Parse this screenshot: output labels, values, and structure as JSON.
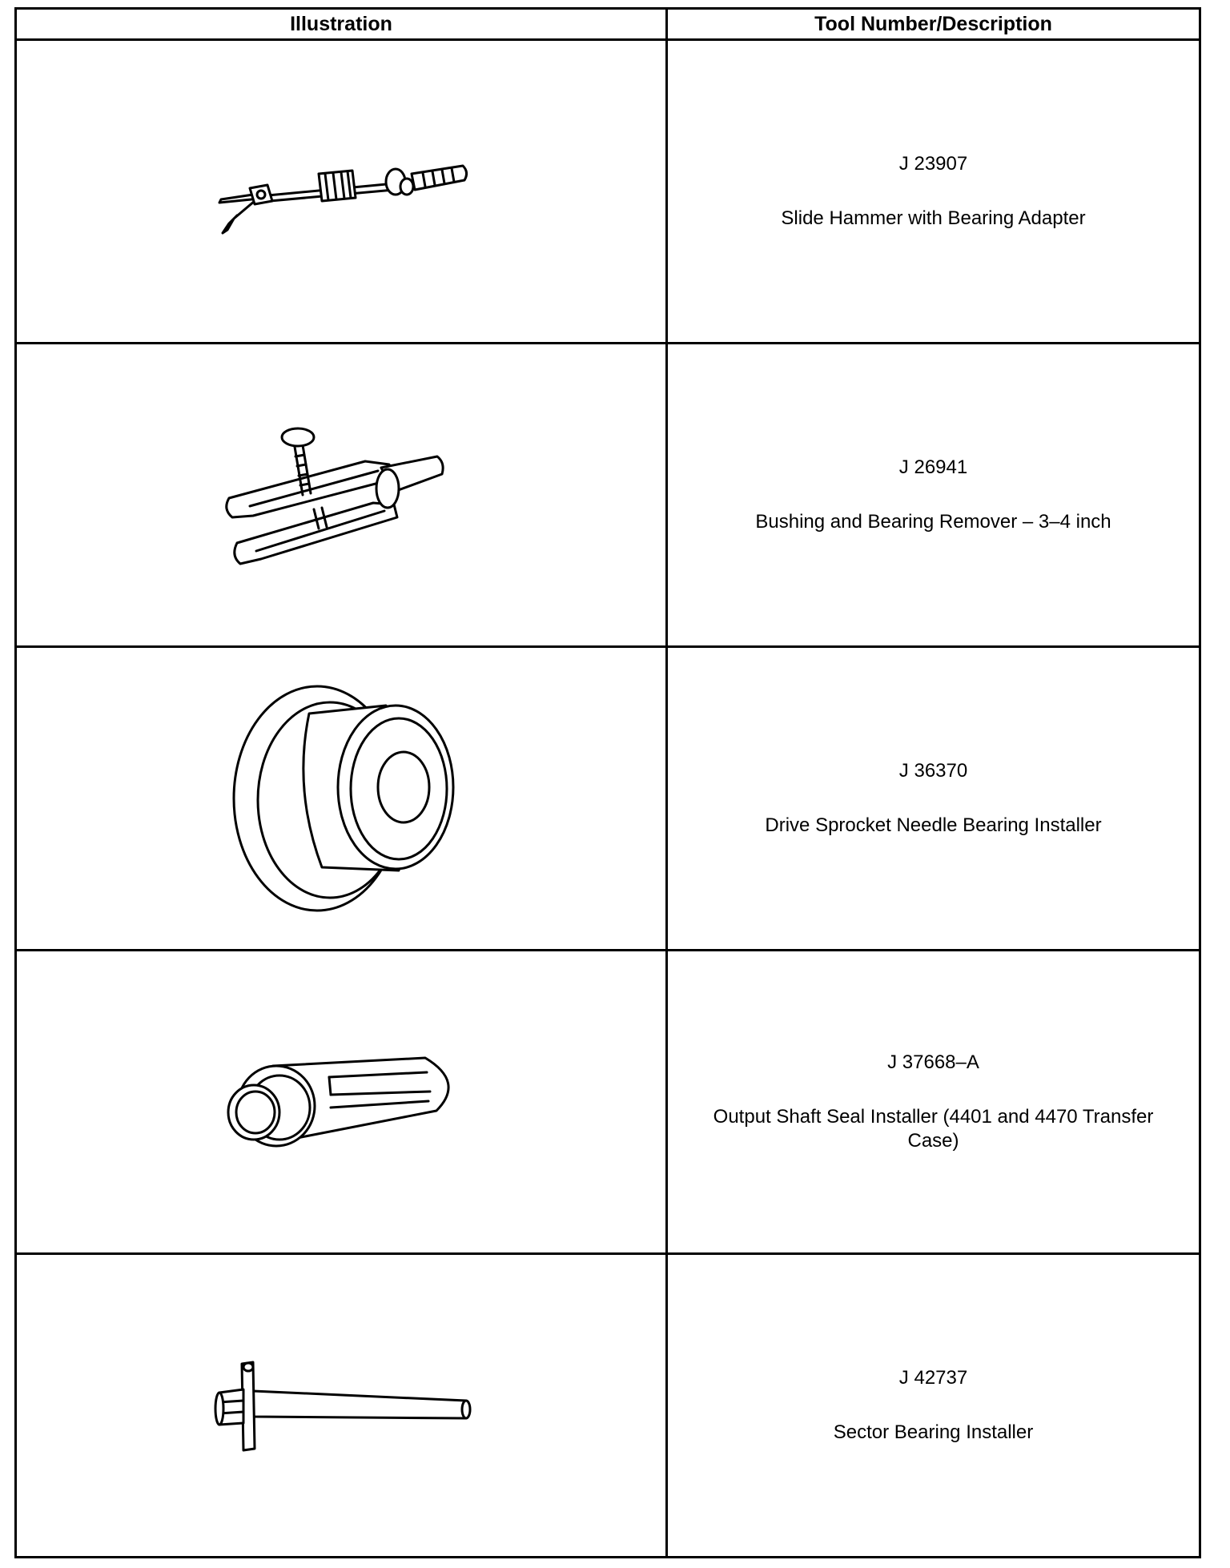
{
  "table": {
    "headers": {
      "illustration": "Illustration",
      "tool": "Tool Number/Description"
    },
    "rows": [
      {
        "number": "J 23907",
        "description": "Slide Hammer with Bearing Adapter",
        "icon": "slide-hammer-icon"
      },
      {
        "number": "J 26941",
        "description": "Bushing and Bearing Remover – 3–4 inch",
        "icon": "bushing-bearing-remover-icon"
      },
      {
        "number": "J 36370",
        "description": "Drive Sprocket Needle Bearing Installer",
        "icon": "needle-bearing-installer-icon"
      },
      {
        "number": "J 37668–A",
        "description": "Output Shaft Seal Installer (4401 and 4470 Transfer Case)",
        "icon": "output-shaft-seal-installer-icon"
      },
      {
        "number": "J 42737",
        "description": "Sector Bearing Installer",
        "icon": "sector-bearing-installer-icon"
      }
    ]
  }
}
